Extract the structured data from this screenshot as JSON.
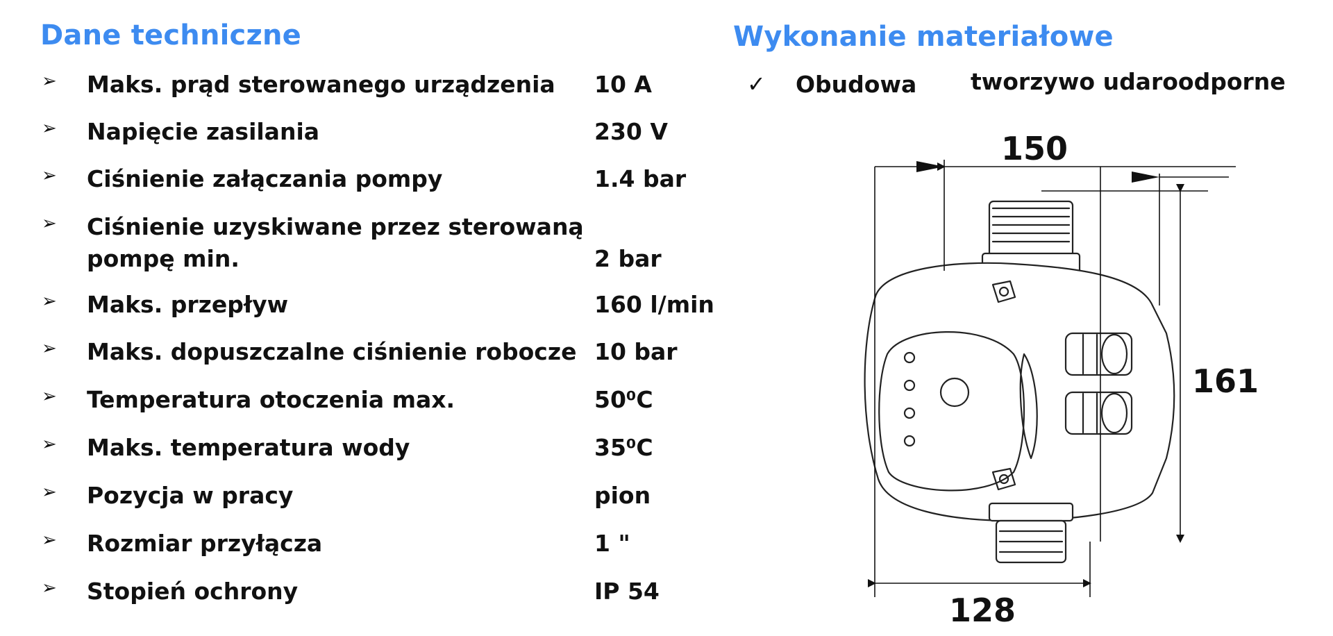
{
  "left_section": {
    "heading": "Dane techniczne",
    "bullet_icon": "arrowhead-right-icon",
    "specs": [
      {
        "label": "Maks. prąd sterowanego urządzenia",
        "value": "10 A"
      },
      {
        "label": "Napięcie zasilania",
        "value": "230 V"
      },
      {
        "label": "Ciśnienie załączania pompy",
        "value": "1.4 bar"
      },
      {
        "label": "Ciśnienie uzyskiwane przez sterowaną",
        "label_line2": "pompę min.",
        "value": "2 bar"
      },
      {
        "label": "Maks. przepływ",
        "value": "160 l/min"
      },
      {
        "label": "Maks. dopuszczalne ciśnienie robocze",
        "value": "10 bar"
      },
      {
        "label": "Temperatura otoczenia max.",
        "value": "50⁰C"
      },
      {
        "label": "Maks. temperatura wody",
        "value": "35⁰C"
      },
      {
        "label": "Pozycja w pracy",
        "value": "pion"
      },
      {
        "label": "Rozmiar przyłącza",
        "value": "1 \""
      },
      {
        "label": "Stopień ochrony",
        "value": "IP 54"
      }
    ]
  },
  "right_section": {
    "heading": "Wykonanie materiałowe",
    "check_icon": "checkmark-icon",
    "material": {
      "label": "Obudowa",
      "value": "tworzywo udaroodporne"
    }
  },
  "drawing": {
    "icon": "pressure-controller-drawing",
    "dim_width_top": "150",
    "dim_height": "161",
    "dim_width_bottom": "128"
  },
  "colors": {
    "heading": "#3d8bf0",
    "text": "#111111",
    "background": "#ffffff"
  }
}
